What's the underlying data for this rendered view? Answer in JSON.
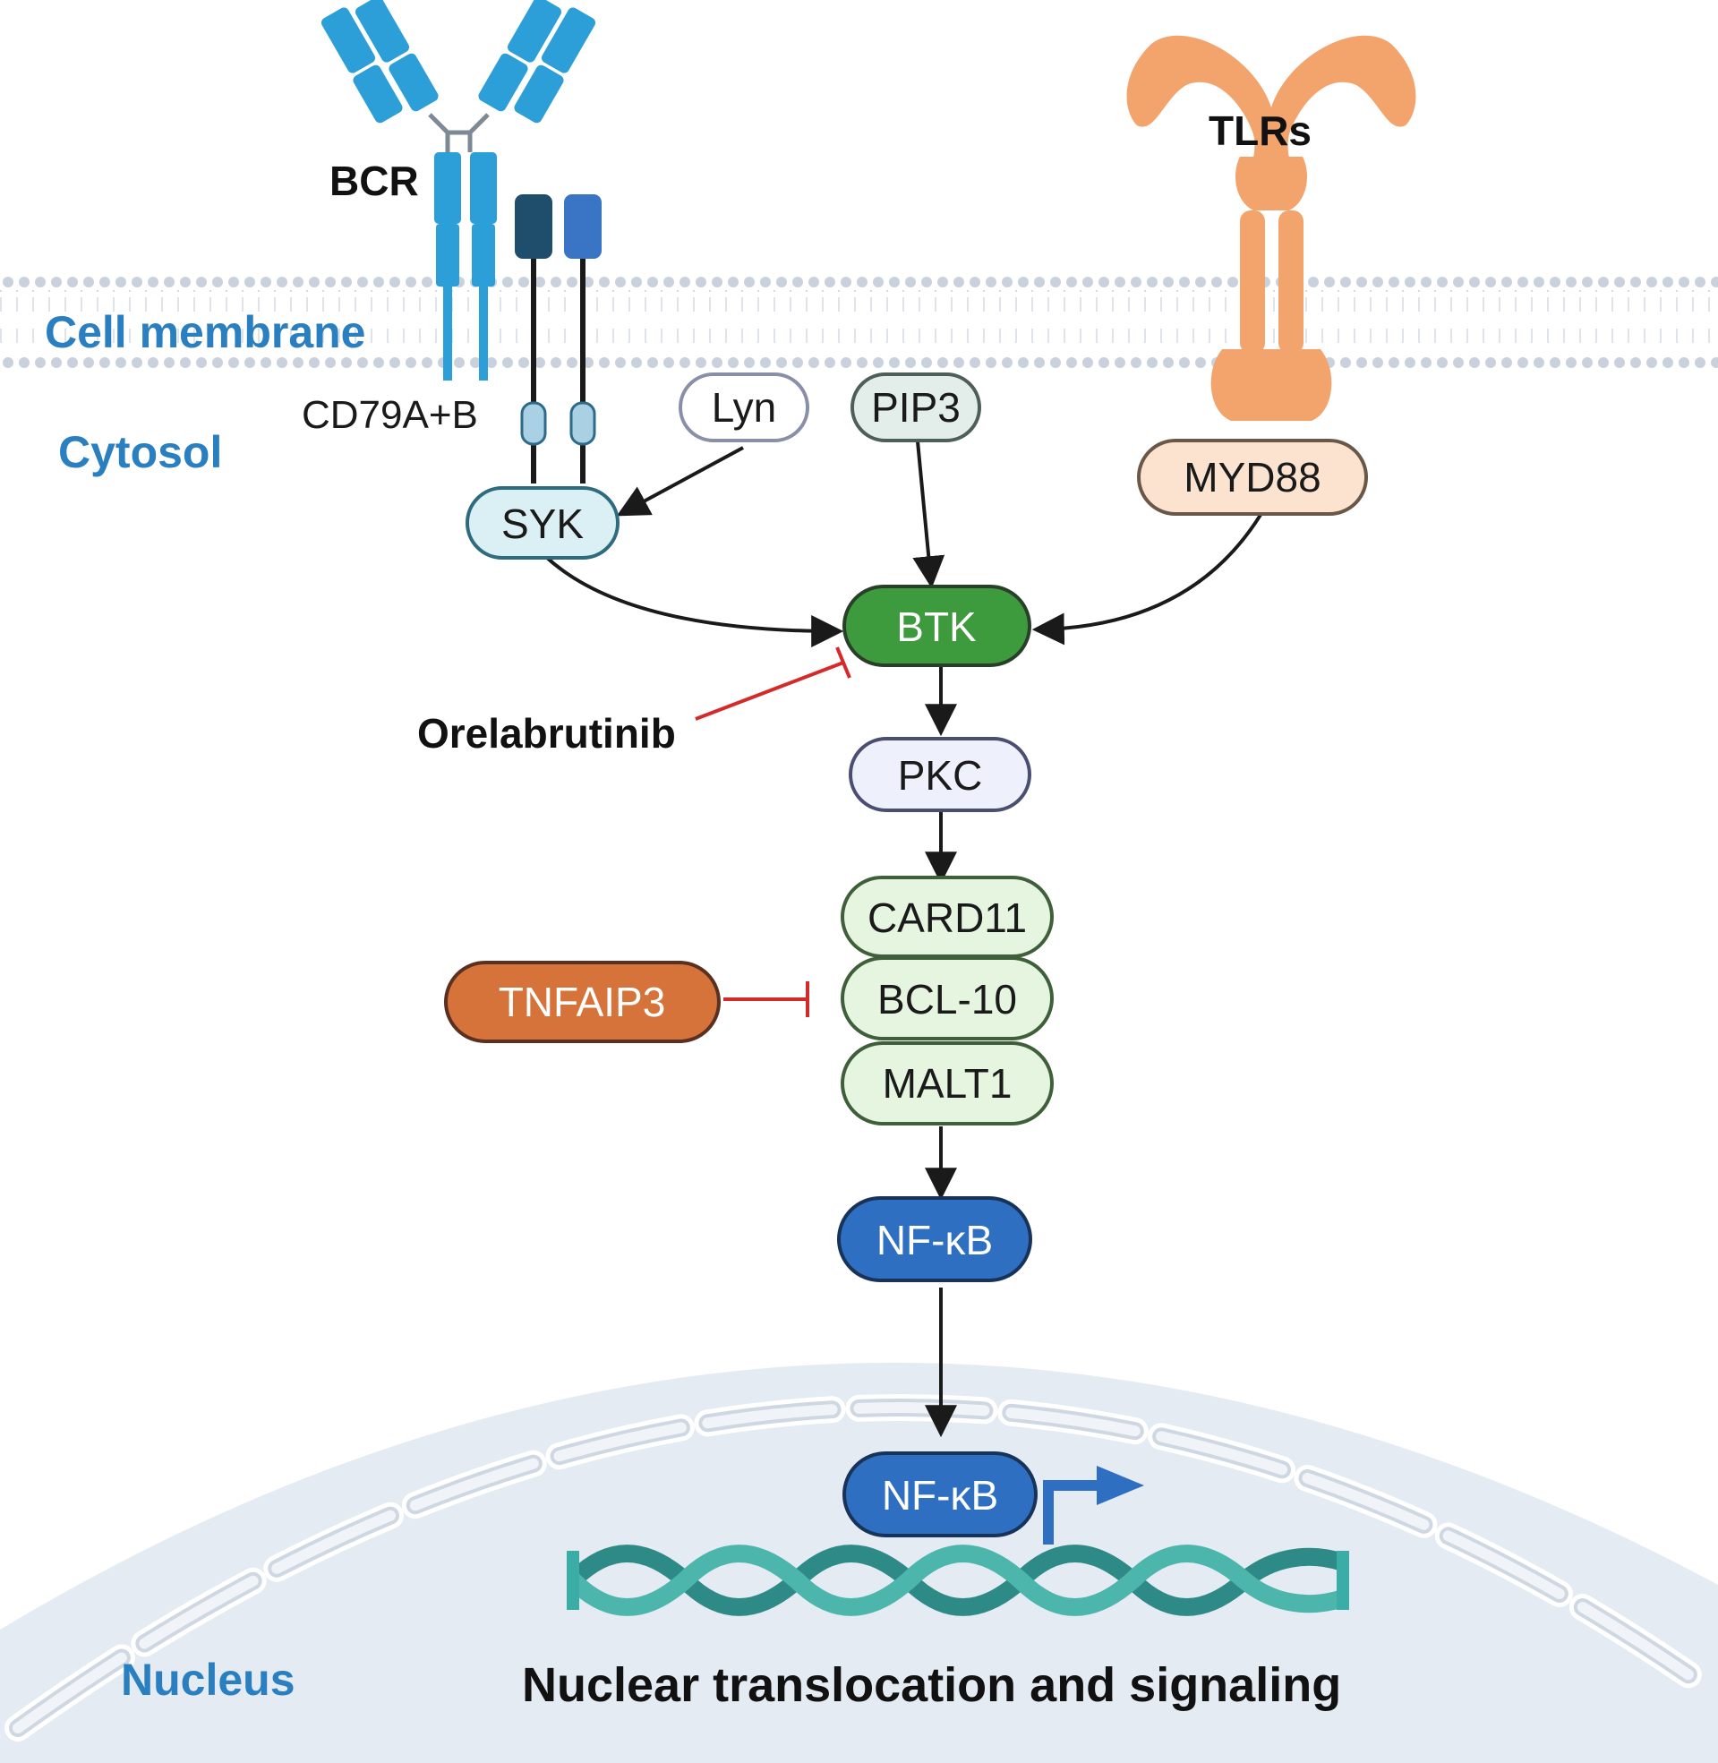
{
  "regions": {
    "cell_membrane": "Cell membrane",
    "cytosol": "Cytosol",
    "nucleus": "Nucleus"
  },
  "receptors": {
    "bcr": "BCR",
    "cd79": "CD79A+B",
    "tlrs": "TLRs"
  },
  "nodes": {
    "lyn": "Lyn",
    "pip3": "PIP3",
    "syk": "SYK",
    "myd88": "MYD88",
    "btk": "BTK",
    "pkc": "PKC",
    "card11": "CARD11",
    "bcl10": "BCL-10",
    "malt1": "MALT1",
    "tnfaip3": "TNFAIP3",
    "nfkb_cytosol": "NF-κB",
    "nfkb_nucleus": "NF-κB"
  },
  "inhibitor": "Orelabrutinib",
  "caption": "Nuclear translocation and signaling",
  "colors": {
    "region_blue": "#2a7fc0",
    "btk_green": "#3d9a3d",
    "inhibition_red": "#d42a2a",
    "tnfaip3_orange": "#d5733a",
    "nfkb_blue": "#2f6fc2",
    "tlr_orange": "#f2a46c",
    "bcr_blue": "#2c9fd8",
    "dna_teal": "#3aaea6"
  }
}
